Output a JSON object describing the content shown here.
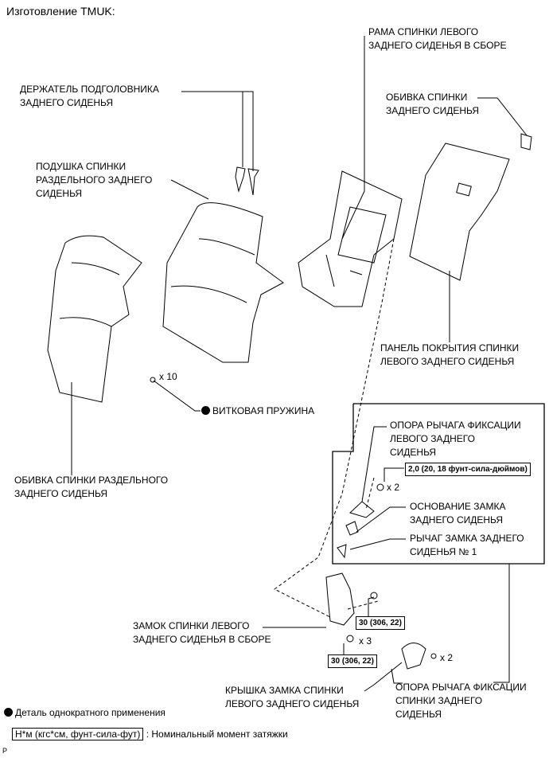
{
  "title": "Изготовление TMUK:",
  "labels": {
    "frame": [
      "РАМА СПИНКИ ЛЕВОГО",
      "ЗАДНЕГО СИДЕНЬЯ В СБОРЕ"
    ],
    "headrest_holder": [
      "ДЕРЖАТЕЛЬ ПОДГОЛОВНИКА",
      "ЗАДНЕГО СИДЕНЬЯ"
    ],
    "cover_upper": [
      "ОБИВКА СПИНКИ",
      "ЗАДНЕГО СИДЕНЬЯ"
    ],
    "pad": [
      "ПОДУШКА СПИНКИ",
      "РАЗДЕЛЬНОГО ЗАДНЕГО",
      "СИДЕНЬЯ"
    ],
    "panel": [
      "ПАНЕЛЬ ПОКРЫТИЯ СПИНКИ",
      "ЛЕВОГО ЗАДНЕГО СИДЕНЬЯ"
    ],
    "spring_count": "x 10",
    "spring": "ВИТКОВАЯ ПРУЖИНА",
    "cover_split": [
      "ОБИВКА СПИНКИ РАЗДЕЛЬНОГО",
      "ЗАДНЕГО СИДЕНЬЯ"
    ],
    "lever_support_left": [
      "ОПОРА РЫЧАГА ФИКСАЦИИ",
      "ЛЕВОГО ЗАДНЕГО",
      "СИДЕНЬЯ"
    ],
    "screw_count_a": "x 2",
    "lock_base": [
      "ОСНОВАНИЕ ЗАМКА",
      "ЗАДНЕГО СИДЕНЬЯ"
    ],
    "lock_lever": [
      "РЫЧАГ ЗАМКА ЗАДНЕГО",
      "СИДЕНЬЯ № 1"
    ],
    "lock_assy": [
      "ЗАМОК СПИНКИ ЛЕВОГО",
      "ЗАДНЕГО СИДЕНЬЯ В СБОРЕ"
    ],
    "bolt_count": "x 3",
    "screw_count_b": "x 2",
    "lock_cover": [
      "КРЫШКА ЗАМКА СПИНКИ",
      "ЛЕВОГО ЗАДНЕГО СИДЕНЬЯ"
    ],
    "lever_support": [
      "ОПОРА РЫЧАГА ФИКСАЦИИ",
      "СПИНКИ ЗАДНЕГО",
      "СИДЕНЬЯ"
    ]
  },
  "torques": {
    "small": "2,0 (20, 18 фунт-сила-дюймов)",
    "bolt_1": "30 (306, 22)",
    "bolt_2": "30 (306, 22)"
  },
  "legend": {
    "non_reusable": "Деталь однократного применения",
    "torque_unit": "Н*м (кгс*см, фунт-сила-фут)",
    "torque_desc": ": Номинальный момент затяжки"
  },
  "footer_code": "P"
}
